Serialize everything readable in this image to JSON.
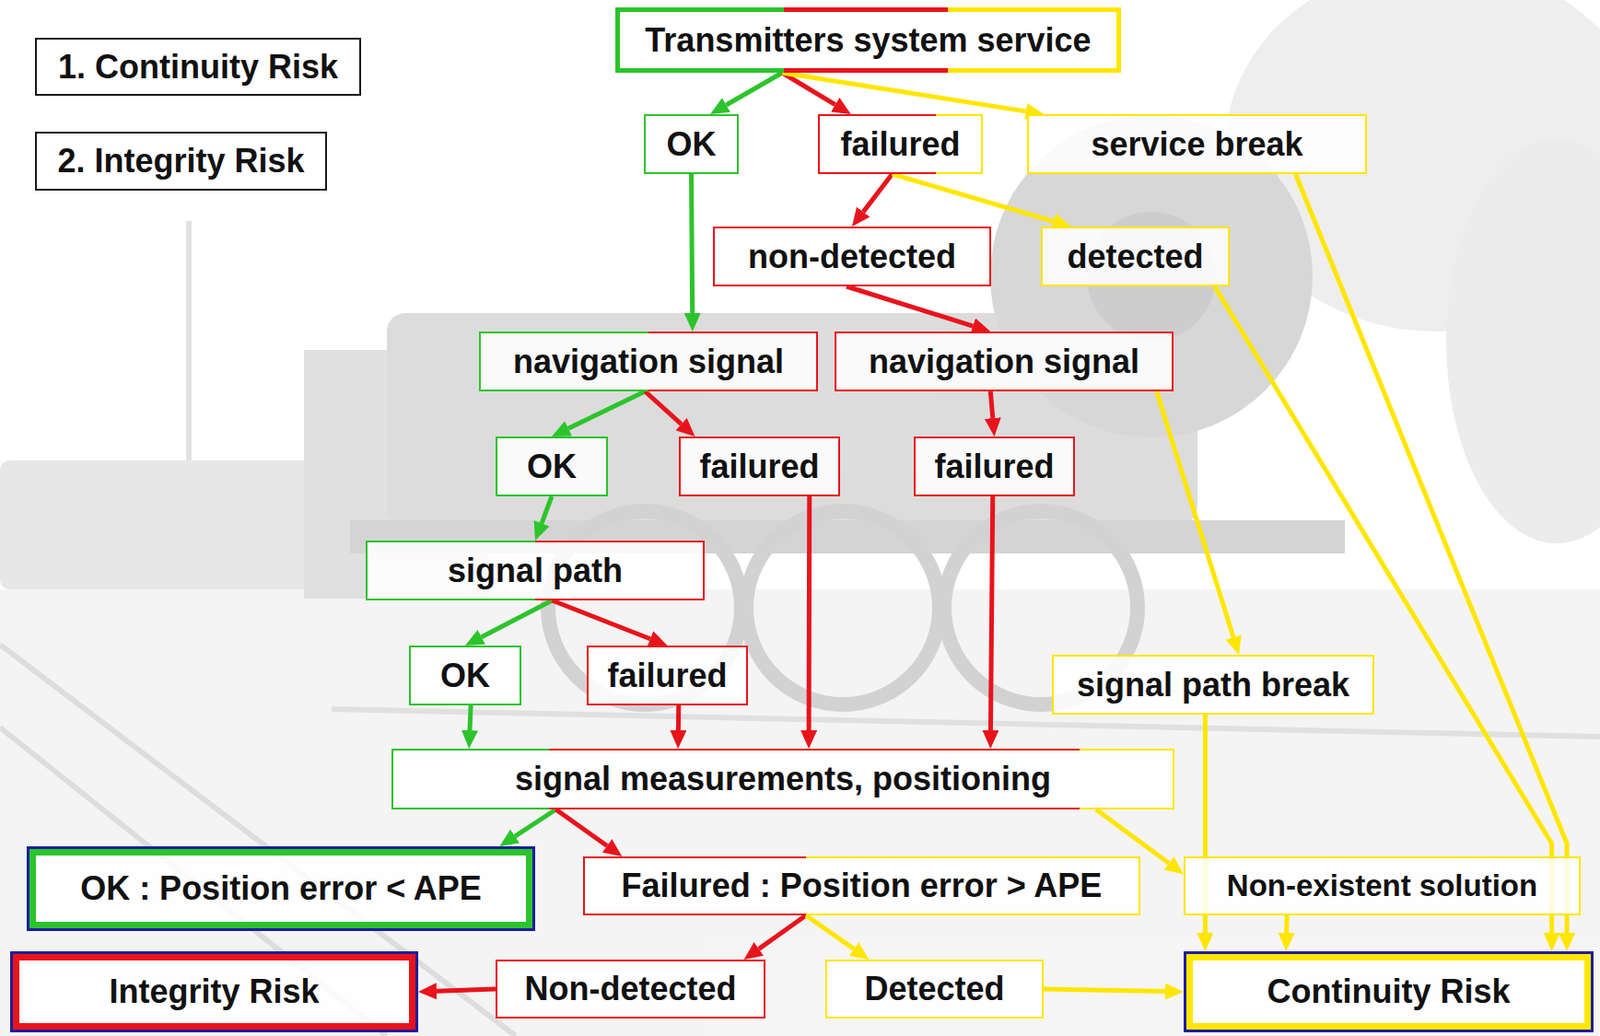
{
  "diagram": {
    "nodes": [
      {
        "text": [
          "1. Continuity Risk"
        ]
      },
      {
        "text": [
          "2. Integrity Risk"
        ]
      },
      {
        "text": [
          "Transmitters system service"
        ]
      },
      {
        "text": [
          "OK"
        ]
      },
      {
        "text": [
          "failured"
        ]
      },
      {
        "text": [
          "service break"
        ]
      },
      {
        "text": [
          "non-detected"
        ]
      },
      {
        "text": [
          "detected"
        ]
      },
      {
        "text": [
          "navigation signal"
        ]
      },
      {
        "text": [
          "navigation signal"
        ]
      },
      {
        "text": [
          "OK"
        ]
      },
      {
        "text": [
          "failured"
        ]
      },
      {
        "text": [
          "failured"
        ]
      },
      {
        "text": [
          "signal path"
        ]
      },
      {
        "text": [
          "OK"
        ]
      },
      {
        "text": [
          "failured"
        ]
      },
      {
        "text": [
          "signal path break"
        ]
      },
      {
        "text": [
          "signal measurements, positioning"
        ]
      },
      {
        "text": [
          "OK : Position error < APE"
        ]
      },
      {
        "text": [
          "Failured : Position error > APE"
        ]
      },
      {
        "text": [
          "Non-existent solution"
        ]
      },
      {
        "text": [
          "Integrity Risk"
        ]
      },
      {
        "text": [
          "Non-detected"
        ]
      },
      {
        "text": [
          "Detected"
        ]
      },
      {
        "text": [
          "Continuity Risk"
        ]
      }
    ],
    "edges": [
      {
        "from": 2,
        "to": 3,
        "arrow": "to"
      },
      {
        "from": 2,
        "to": 4,
        "arrow": "to"
      },
      {
        "from": 2,
        "to": 5,
        "arrow": "to"
      },
      {
        "from": 4,
        "to": 6,
        "arrow": "to"
      },
      {
        "from": 4,
        "to": 7,
        "arrow": "to"
      },
      {
        "from": 3,
        "to": 8,
        "arrow": "to"
      },
      {
        "from": 6,
        "to": 9,
        "arrow": "to"
      },
      {
        "from": 8,
        "to": 10,
        "arrow": "to"
      },
      {
        "from": 8,
        "to": 11,
        "arrow": "to"
      },
      {
        "from": 9,
        "to": 12,
        "arrow": "to"
      },
      {
        "from": 9,
        "to": 16,
        "arrow": "to"
      },
      {
        "from": 10,
        "to": 13,
        "arrow": "to"
      },
      {
        "from": 13,
        "to": 14,
        "arrow": "to"
      },
      {
        "from": 13,
        "to": 15,
        "arrow": "to"
      },
      {
        "from": 14,
        "to": 17,
        "arrow": "to"
      },
      {
        "from": 15,
        "to": 17,
        "arrow": "to"
      },
      {
        "from": 11,
        "to": 17,
        "arrow": "to"
      },
      {
        "from": 12,
        "to": 17,
        "arrow": "to"
      },
      {
        "from": 17,
        "to": 18,
        "arrow": "to"
      },
      {
        "from": 17,
        "to": 19,
        "arrow": "to"
      },
      {
        "from": 17,
        "to": 20,
        "arrow": "to"
      },
      {
        "from": 19,
        "to": 22,
        "arrow": "to"
      },
      {
        "from": 19,
        "to": 23,
        "arrow": "to"
      },
      {
        "from": 22,
        "to": 21,
        "arrow": "to"
      },
      {
        "from": 23,
        "to": 24,
        "arrow": "to"
      },
      {
        "from": 20,
        "to": 24,
        "arrow": "to"
      },
      {
        "from": 16,
        "to": 24,
        "arrow": "to"
      },
      {
        "from": 7,
        "to": 24,
        "arrow": "to"
      },
      {
        "from": 5,
        "to": 24,
        "arrow": "to"
      }
    ]
  }
}
